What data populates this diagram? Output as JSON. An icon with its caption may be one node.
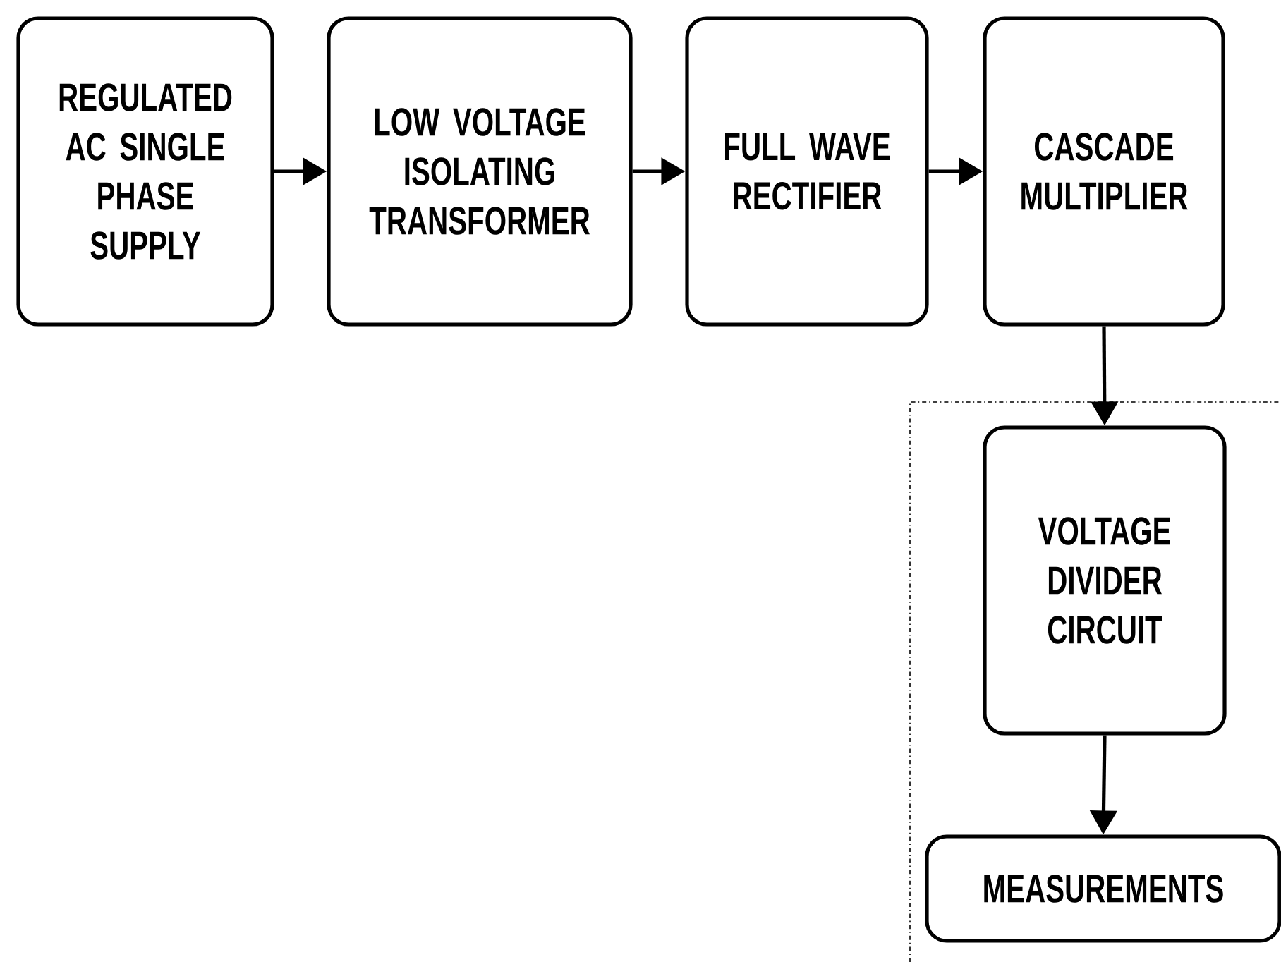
{
  "diagram": {
    "nodes": [
      {
        "text": [
          "REGULATED AC SINGLE PHASE SUPPLY"
        ]
      },
      {
        "text": [
          "LOW VOLTAGE ISOLATING TRANSFORMER"
        ]
      },
      {
        "text": [
          "FULL WAVE RECTIFIER"
        ]
      },
      {
        "text": [
          "CASCADE MULTIPLIER"
        ]
      },
      {
        "text": [
          "VOLTAGE DIVIDER CIRCUIT"
        ]
      },
      {
        "text": [
          "MEASUREMENTS"
        ]
      }
    ],
    "edges": [
      {
        "from": 0,
        "to": 1,
        "arrow": "to"
      },
      {
        "from": 1,
        "to": 2,
        "arrow": "to"
      },
      {
        "from": 2,
        "to": 3,
        "arrow": "to"
      },
      {
        "from": 3,
        "to": 4,
        "arrow": "to"
      },
      {
        "from": 4,
        "to": 5,
        "arrow": "to"
      }
    ]
  }
}
